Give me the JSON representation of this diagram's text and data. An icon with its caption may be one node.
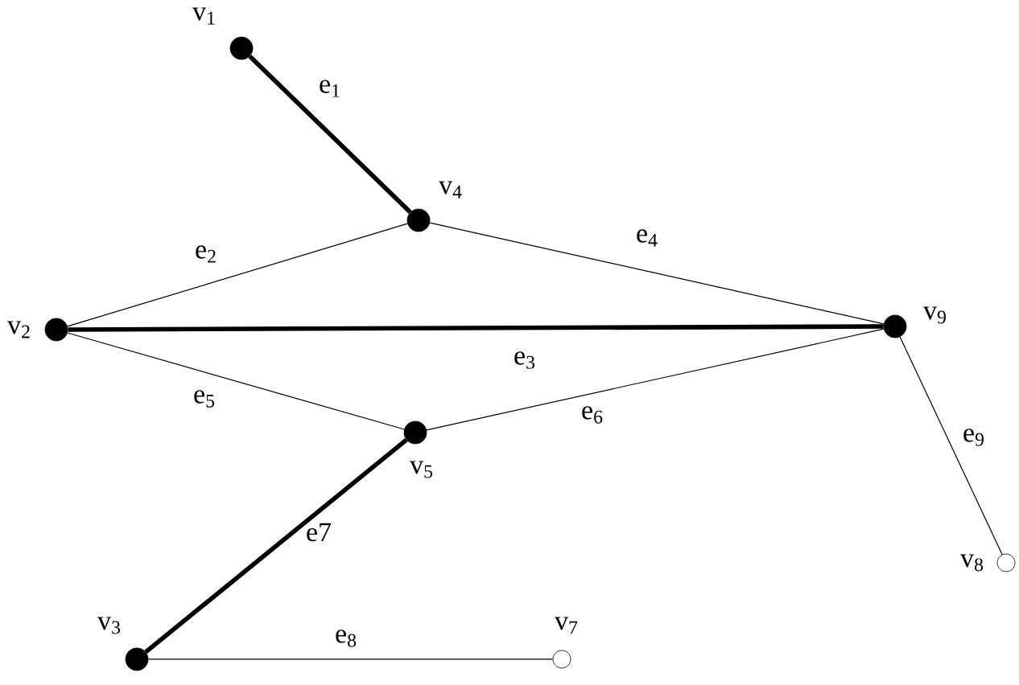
{
  "diagram": {
    "nodes": [
      {
        "text": [],
        "shape": "dot",
        "beside": [
          "v$_{1}$"
        ]
      },
      {
        "text": [],
        "shape": "dot",
        "beside": [
          "v$_{4}$"
        ]
      },
      {
        "text": [],
        "shape": "dot",
        "beside": [
          "v$_{2}$"
        ]
      },
      {
        "text": [],
        "shape": "dot",
        "beside": [
          "v$_{9}$"
        ]
      },
      {
        "text": [],
        "shape": "dot",
        "beside": [
          "v$_{5}$"
        ]
      },
      {
        "text": [],
        "shape": "circle",
        "beside": [
          "v$_{8}$"
        ]
      },
      {
        "text": [],
        "shape": "dot",
        "beside": [
          "v$_{3}$"
        ]
      },
      {
        "text": [],
        "shape": "circle",
        "beside": [
          "v$_{7}$"
        ]
      }
    ],
    "edges": [
      {
        "from": 0,
        "to": 1,
        "arrow": "none",
        "label": "e$_{1}$",
        "style": "thick"
      },
      {
        "from": 2,
        "to": 1,
        "arrow": "none",
        "label": "e$_{2}$"
      },
      {
        "from": 2,
        "to": 3,
        "arrow": "none",
        "label": "e$_{3}$",
        "style": "thick"
      },
      {
        "from": 1,
        "to": 3,
        "arrow": "none",
        "label": "e$_{4}$"
      },
      {
        "from": 2,
        "to": 4,
        "arrow": "none",
        "label": "e$_{5}$"
      },
      {
        "from": 4,
        "to": 3,
        "arrow": "none",
        "label": "e$_{6}$"
      },
      {
        "from": 4,
        "to": 6,
        "arrow": "none",
        "label": "e7",
        "style": "thick"
      },
      {
        "from": 6,
        "to": 7,
        "arrow": "none",
        "label": "e$_{8}$"
      },
      {
        "from": 3,
        "to": 5,
        "arrow": "none",
        "label": "e$_{9}$"
      }
    ]
  }
}
